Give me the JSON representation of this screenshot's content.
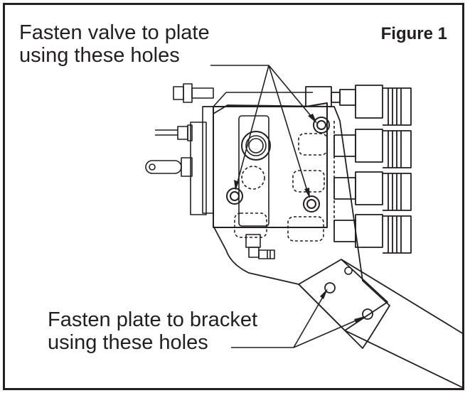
{
  "figure": {
    "label": "Figure 1",
    "callout_valve": {
      "line1": "Fasten valve to plate",
      "line2": "using these holes"
    },
    "callout_plate": {
      "line1": "Fasten plate to bracket",
      "line2": "using these holes"
    },
    "colors": {
      "ink": "#231f20",
      "background": "#ffffff"
    }
  }
}
